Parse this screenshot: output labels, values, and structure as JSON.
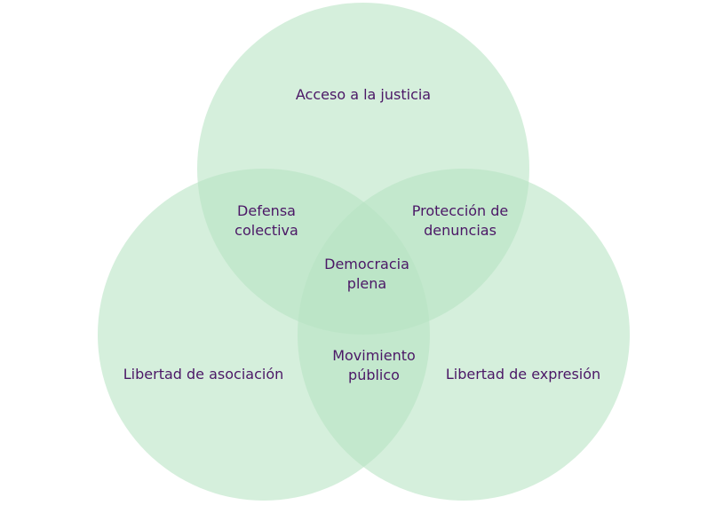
{
  "colors": {
    "circle_fill": "#b7e3c2",
    "label_text": "#4b1766"
  },
  "sets": {
    "top": "Acceso a la justicia",
    "left": "Libertad de asociación",
    "right": "Libertad de expresión"
  },
  "intersections": {
    "top_left": [
      "Defensa",
      "colectiva"
    ],
    "top_right": [
      "Protección de",
      "denuncias"
    ],
    "left_right": [
      "Movimiento",
      "público"
    ],
    "center": [
      "Democracia",
      "plena"
    ]
  }
}
